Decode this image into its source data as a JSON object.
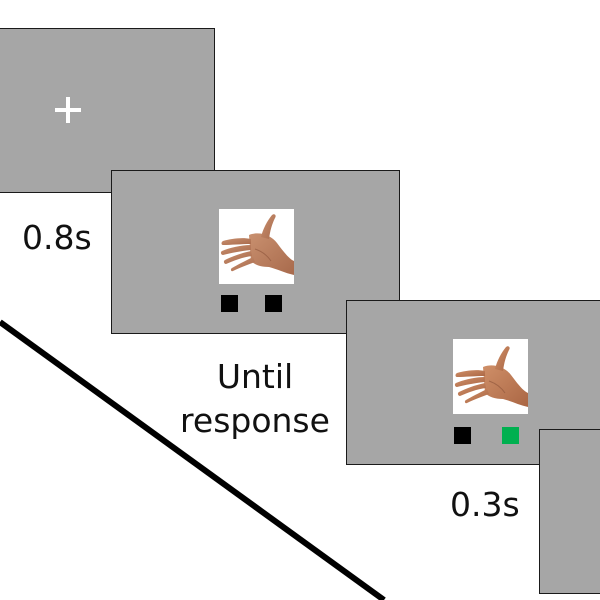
{
  "diagram": {
    "screens": [
      {
        "id": "fixation",
        "content": "fixation-cross",
        "duration": "0.8s"
      },
      {
        "id": "stimulus",
        "content": "hand-image",
        "keys": [
          "#000000",
          "#000000"
        ],
        "duration_lines": [
          "Until",
          "response"
        ]
      },
      {
        "id": "feedback",
        "content": "hand-image",
        "keys": [
          "#000000",
          "#00b050"
        ],
        "duration": "0.3s"
      },
      {
        "id": "next-trial",
        "content": "blank"
      }
    ],
    "colors": {
      "screen_bg": "#a6a6a6",
      "key_black": "#000000",
      "key_green": "#00b050",
      "fixation": "#ffffff"
    },
    "icons": {
      "fixation": "plus-icon",
      "stimulus": "hand-icon"
    }
  }
}
